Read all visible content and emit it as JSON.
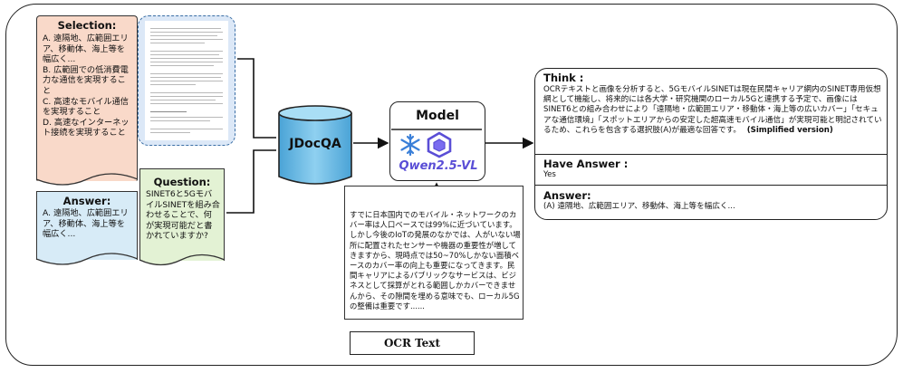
{
  "selection": {
    "title": "Selection:",
    "options": [
      "A. 遠隔地、広範囲エリア、移動体、海上等を幅広く...",
      "B. 広範囲での低消費電力な通信を実現すること",
      "C. 高速なモバイル通信を実現すること",
      "D. 高速なインターネット接続を実現すること"
    ]
  },
  "answer_left": {
    "title": "Answer:",
    "text": "A. 遠隔地、広範囲エリア、移動体、海上等を幅広く..."
  },
  "question": {
    "title": "Question:",
    "text": "SINET6と5GモバイルSINETを組み合わせることで、何が実現可能だと書かれていますか?"
  },
  "dataset_label": "JDocQA",
  "model": {
    "title": "Model",
    "name": "Qwen2.5-VL"
  },
  "ocr": {
    "text": "すでに日本国内でのモバイル・ネットワークのカバー率は人口ベースでは99%に近づいています。しかし今後のIoTの発展のなかでは、人がいない場所に配置されたセンサーや機器の重要性が増してきますから、現時点では50~70%しかない面積ベースのカバー率の向上も重要になってきます。民間キャリアによるパブリックなサービスは、ビジネスとして採算がとれる範囲しかカバーできませんから、その隙間を埋める意味でも、ローカル5Gの整備は重要です......",
    "caption": "OCR Text"
  },
  "think": {
    "title": "Think :",
    "text": "OCRテキストと画像を分析すると、5GモバイルSINETは現在民間キャリア網内のSINET専用仮想網として機能し、将来的には各大学・研究機関のローカル5Gと連携する予定で、画像にはSINET6との組み合わせにより「遠隔地・広範囲エリア・移動体・海上等の広いカバー」「セキュアな通信環境」「スポットエリアからの安定した超高速モバイル通信」が実現可能と明記されているため、これらを包含する選択肢(A)が最適な回答です。",
    "note": "(Simplified version)"
  },
  "have_answer": {
    "title": "Have Answer :",
    "value": "Yes"
  },
  "answer_right": {
    "title": "Answer:",
    "text": "(A) 遠隔地、広範囲エリア、移動体、海上等を幅広く..."
  },
  "colors": {
    "selection_bg": "#f9d9c9",
    "answer_bg": "#d7ebf7",
    "question_bg": "#e3f2d4",
    "scan_bg": "#dce8f7",
    "database_fill": "#5ab0dc",
    "qwen_purple": "#5a4ed6",
    "snowflake_blue": "#3a7fd8"
  },
  "icons": [
    "snowflake-icon",
    "qwen-logo-icon",
    "database-icon"
  ]
}
